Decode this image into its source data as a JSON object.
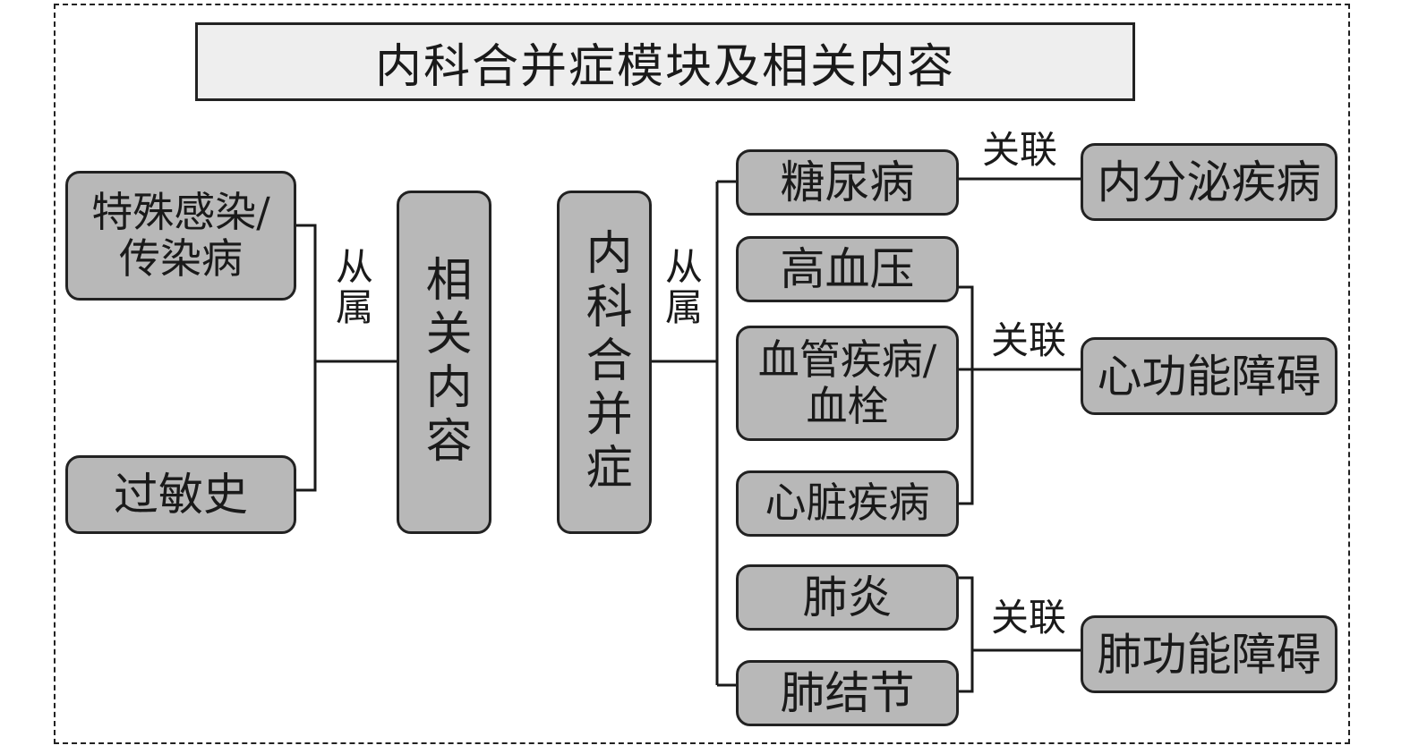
{
  "title": "内科合并症模块及相关内容",
  "related": {
    "label": "相关内容",
    "items": [
      "特殊感染/\n传染病",
      "过敏史"
    ],
    "relation": "从\n属"
  },
  "comorbidity": {
    "label": "内科合并症",
    "relation": "从\n属",
    "items": [
      "糖尿病",
      "高血压",
      "血管疾病/\n血栓",
      "心脏疾病",
      "肺炎",
      "肺结节"
    ]
  },
  "associations": [
    {
      "relation": "关联",
      "target": "内分泌疾病"
    },
    {
      "relation": "关联",
      "target": "心功能障碍"
    },
    {
      "relation": "关联",
      "target": "肺功能障碍"
    }
  ]
}
